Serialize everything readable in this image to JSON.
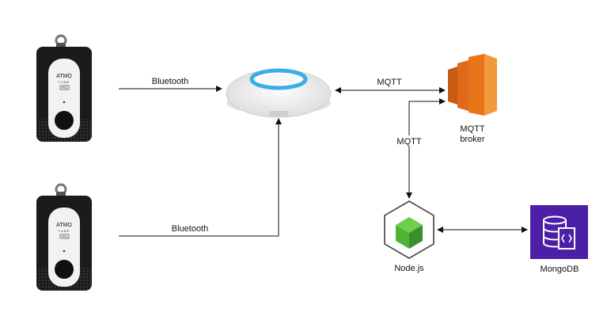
{
  "edges": {
    "sensor1_to_gateway": "Bluetooth",
    "sensor2_to_gateway": "Bluetooth",
    "gateway_to_broker": "MQTT",
    "broker_to_node": "MQTT",
    "node_to_db": ""
  },
  "nodes": {
    "sensor": {
      "brand_line1": "ATMO",
      "brand_line2": "TUBE",
      "badge": "PRO"
    },
    "gateway": {
      "label": ""
    },
    "broker": {
      "label_line1": "MQTT",
      "label_line2": "broker"
    },
    "nodejs": {
      "label": "Node.js"
    },
    "mongodb": {
      "label": "MongoDB"
    }
  },
  "colors": {
    "sensor_body": "#1b1b1b",
    "sensor_face": "#f2f2f2",
    "gateway_ring": "#3aaee8",
    "broker_orange": "#e8741a",
    "node_green": "#4fb33a",
    "mongodb_purple": "#4b1fa8"
  }
}
